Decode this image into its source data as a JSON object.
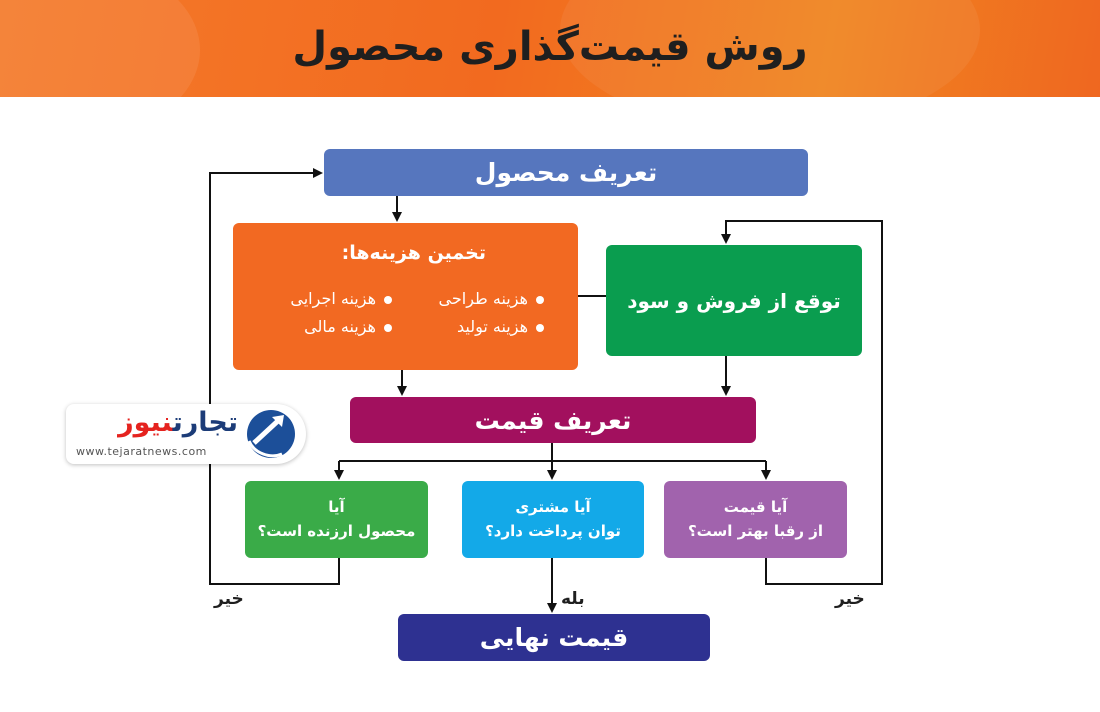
{
  "header": {
    "title": "روش قیمت‌گذاری محصول"
  },
  "nodes": {
    "product_def": "تعریف محصول",
    "cost": {
      "title": "تخمین هزینه‌ها:",
      "items": [
        "هزینه طراحی",
        "هزینه اجرایی",
        "هزینه تولید",
        "هزینه مالی"
      ]
    },
    "sales": "توقع از فروش و سود",
    "price_def": "تعریف قیمت",
    "q_value": {
      "line1": "آیا",
      "line2": "محصول ارزنده است؟"
    },
    "q_afford": {
      "line1": "آیا مشتری",
      "line2": "توان پرداخت دارد؟"
    },
    "q_rivals": {
      "line1": "آیا قیمت",
      "line2": "از رقبا بهتر است؟"
    },
    "final_price": "قیمت نهایی"
  },
  "labels": {
    "no_left": "خیر",
    "yes": "بله",
    "no_right": "خیر"
  },
  "logo": {
    "name_part1": "تجارت",
    "name_part2": "نیوز",
    "url": "www.tejaratnews.com"
  },
  "colors": {
    "header": "#f26a1f",
    "product_def": "#5676be",
    "cost": "#f26922",
    "sales": "#0a9d4f",
    "price_def": "#a2105e",
    "q_value": "#3aab48",
    "q_afford": "#13a9e8",
    "q_rivals": "#a163ad",
    "final_price": "#2e3191"
  }
}
